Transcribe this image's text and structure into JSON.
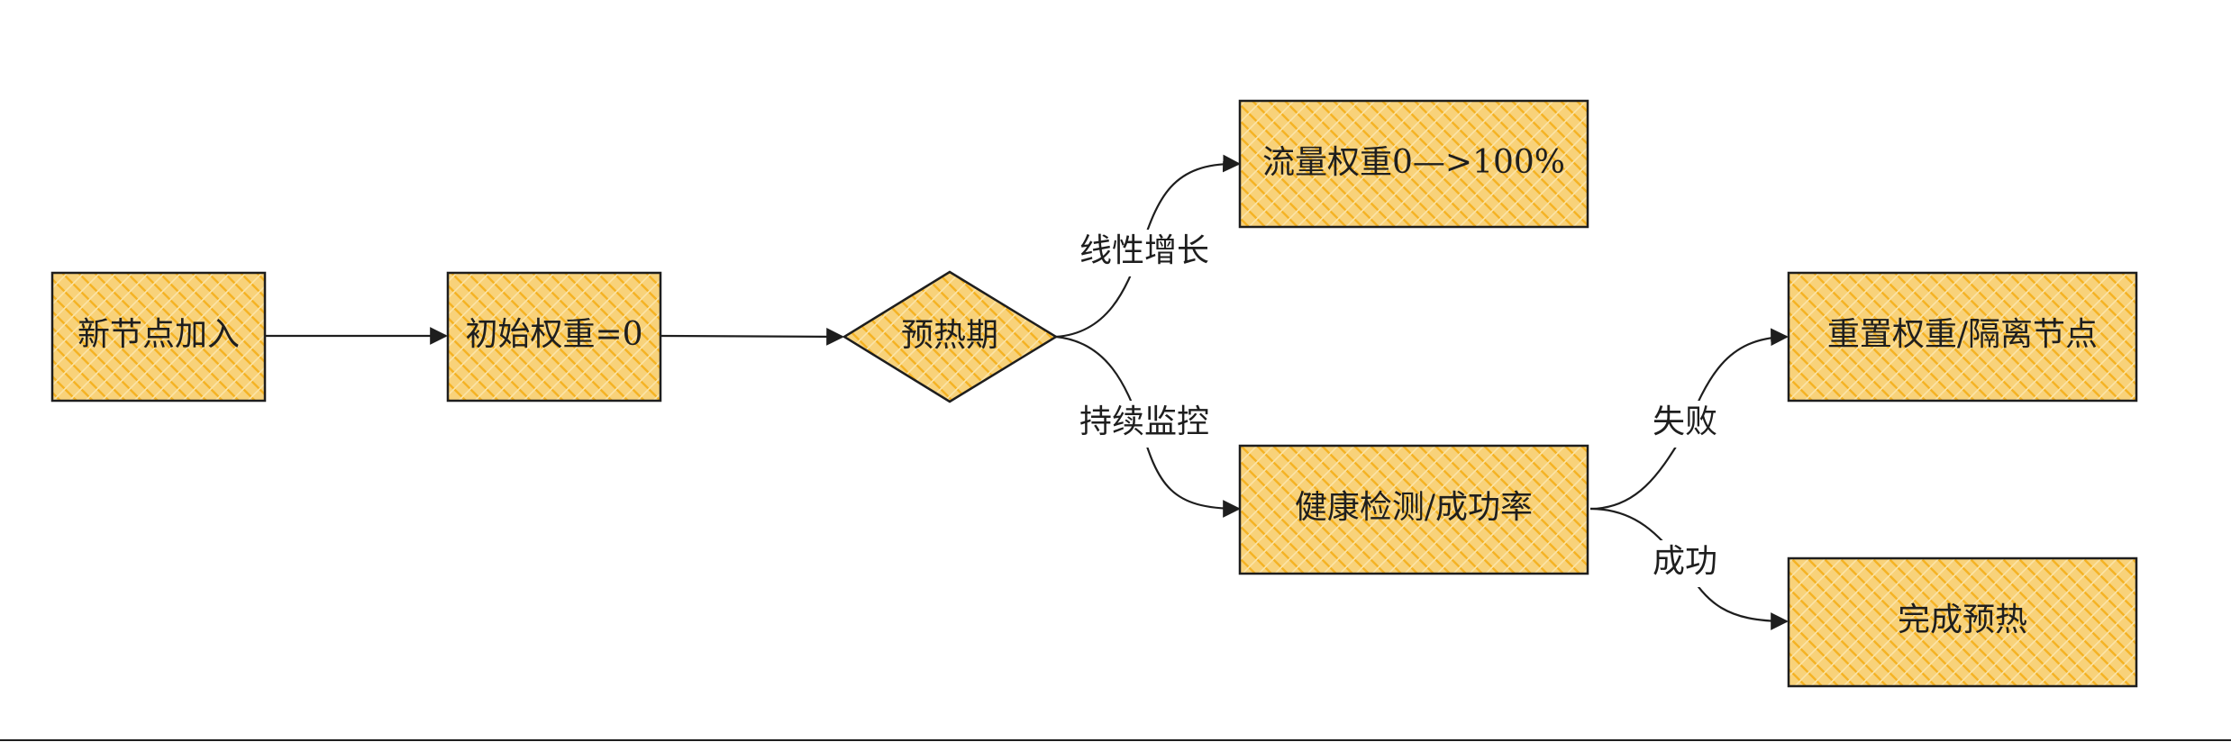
{
  "colors": {
    "node_fill": "#f8d27a",
    "hatch": "#f5b324",
    "stroke": "#1e1e1e",
    "background": "#ffffff"
  },
  "nodes": {
    "join": "新节点加入",
    "init_weight": "初始权重=0",
    "warmup": "预热期",
    "traffic_weight": "流量权重0—>100%",
    "health_check": "健康检测/成功率",
    "reset": "重置权重/隔离节点",
    "done": "完成预热"
  },
  "edge_labels": {
    "linear": "线性增长",
    "monitor": "持续监控",
    "fail": "失败",
    "success": "成功"
  }
}
